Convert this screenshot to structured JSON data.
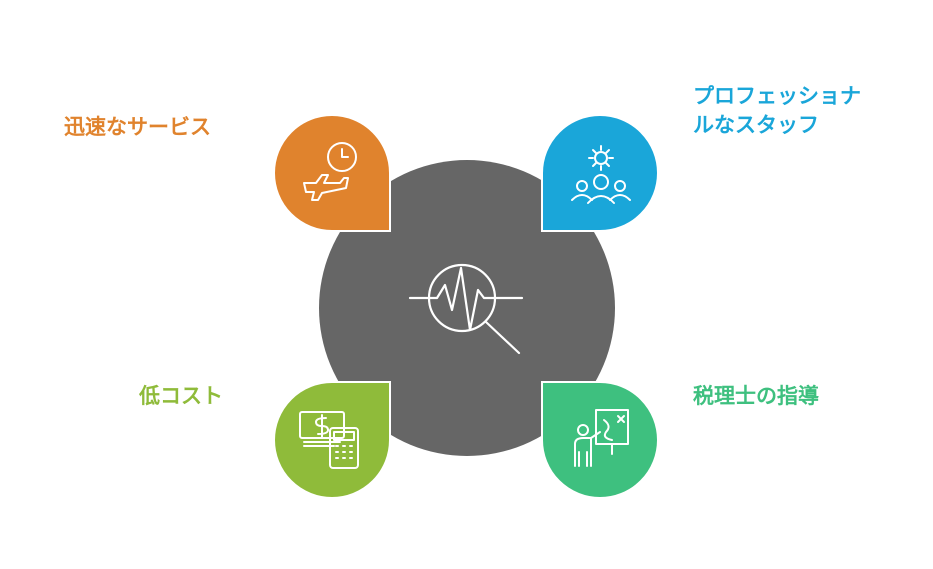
{
  "items": [
    {
      "id": "speed",
      "label": "迅速なサービス",
      "color": "#e0832d",
      "icon": "plane-clock-icon"
    },
    {
      "id": "staff",
      "label": "プロフェッショナルなスタッフ",
      "lines": [
        "プロフェッショナ",
        "ルなスタッフ"
      ],
      "color": "#1aa6d9",
      "icon": "team-gear-icon"
    },
    {
      "id": "cost",
      "label": "低コスト",
      "color": "#8fbb3a",
      "icon": "money-calculator-icon"
    },
    {
      "id": "advisor",
      "label": "税理士の指導",
      "color": "#3ec07f",
      "icon": "presenter-board-icon"
    }
  ],
  "center": {
    "color": "#666666",
    "icon": "magnifier-pulse-icon"
  }
}
